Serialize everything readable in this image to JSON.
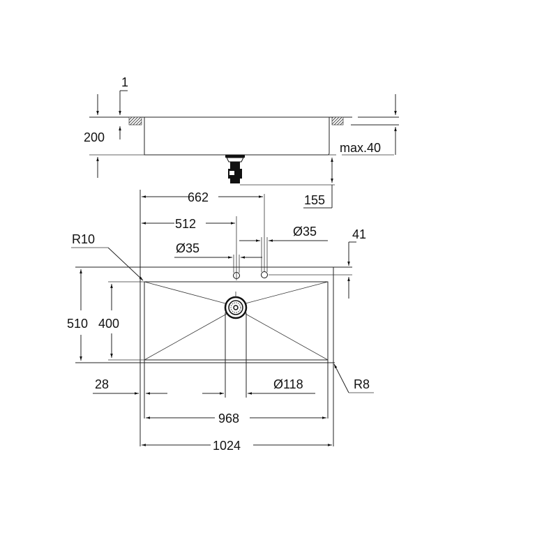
{
  "drawing": {
    "title": "Sink dimension drawing",
    "side_view": {
      "dim_flange_thickness": "1",
      "dim_depth": "200",
      "dim_worktop_max": "max.40",
      "dim_drain_depth": "155"
    },
    "top_view": {
      "dim_tap_hole_2_offset": "662",
      "dim_tap_hole_1_offset": "512",
      "dim_tap_hole_1_diameter": "Ø35",
      "dim_tap_hole_2_diameter": "Ø35",
      "dim_back_edge": "41",
      "dim_corner_radius_outer": "R10",
      "dim_outer_depth": "510",
      "dim_inner_depth": "400",
      "dim_side_rim": "28",
      "dim_drain_diameter": "Ø118",
      "dim_corner_radius_inner": "R8",
      "dim_inner_width": "968",
      "dim_outer_width": "1024"
    },
    "colors": {
      "line": "#222222",
      "background": "#ffffff"
    }
  }
}
